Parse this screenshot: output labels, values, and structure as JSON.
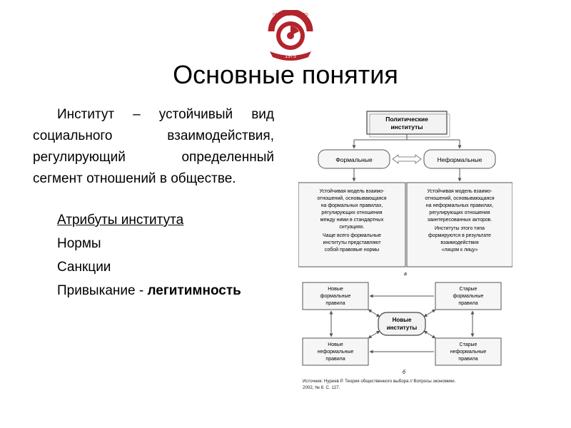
{
  "logo": {
    "motto": "HABEMUS TALENTIS",
    "year": "1975",
    "primary_color": "#b3242c",
    "icon": "university-seal"
  },
  "slide": {
    "title": "Основные понятия",
    "definition": "Институт – устойчивый вид социального взаимодействия, регулирующий определенный сегмент отношений в обществе.",
    "attributes_heading": "Атрибуты института",
    "attributes": [
      "Нормы",
      "Санкции"
    ],
    "habit_prefix": "Привыкание - ",
    "habit_bold": "легитимность"
  },
  "diagram_a": {
    "top_box": [
      "Политические",
      "институты"
    ],
    "formal": "Формальные",
    "informal": "Неформальные",
    "formal_desc": [
      "Устойчивая модель взаимо-",
      "отношений, основывающаяся",
      "на формальных правилах,",
      "регулирующих отношения",
      "между ними в стандартных",
      "ситуациях.",
      "Чаще всего формальные",
      "институты представляют",
      "собой правовые нормы"
    ],
    "informal_desc": [
      "Устойчивая модель взаимо-",
      "отношений, основывающаяся",
      "на неформальных правилах,",
      "регулирующих отношения",
      "заинтересованных акторов.",
      "Институты этого типа",
      "формируются в результате",
      "взаимодействия",
      "«лицом к лицу»"
    ],
    "caption": "а"
  },
  "diagram_b": {
    "new_formal": [
      "Новые",
      "формальные",
      "правила"
    ],
    "old_formal": [
      "Старые",
      "формальные",
      "правила"
    ],
    "center": [
      "Новые",
      "институты"
    ],
    "new_informal": [
      "Новые",
      "неформальные",
      "правила"
    ],
    "old_informal": [
      "Старые",
      "неформальные",
      "правила"
    ],
    "caption": "б"
  },
  "source": {
    "line1": "Источник: Нуреев Р. Теория общественного выбора // Вопросы экономики.",
    "line2": "2002, № 8. С. 127."
  }
}
